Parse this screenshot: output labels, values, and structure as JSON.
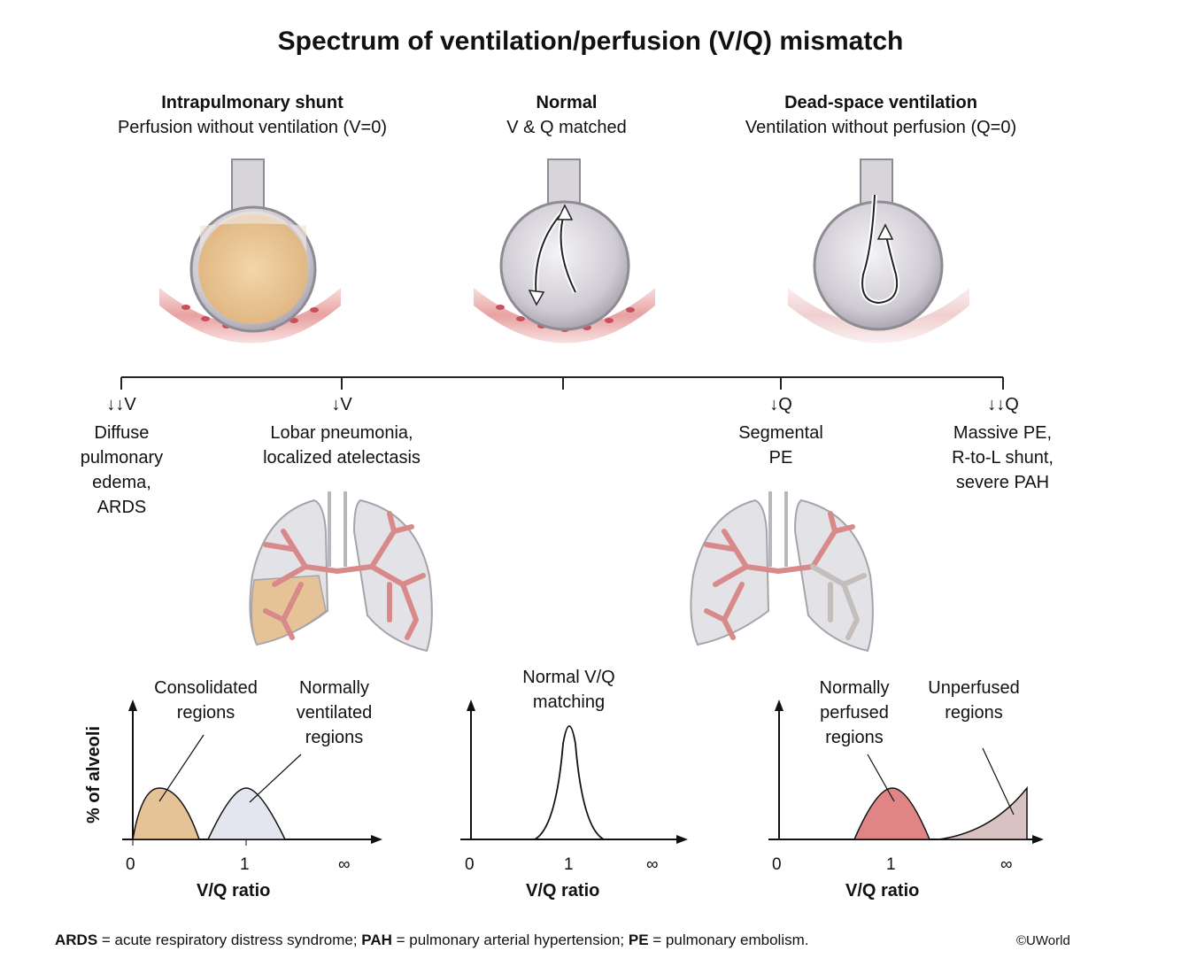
{
  "title": "Spectrum of ventilation/perfusion (V/Q) mismatch",
  "columns": [
    {
      "heading": "Intrapulmonary shunt",
      "sub": "Perfusion without ventilation (V=0)"
    },
    {
      "heading": "Normal",
      "sub": "V & Q matched"
    },
    {
      "heading": "Dead-space ventilation",
      "sub": "Ventilation without perfusion (Q=0)"
    }
  ],
  "spectrum": [
    {
      "arrow": "↓↓V",
      "text": "Diffuse\npulmonary\nedema,\nARDS"
    },
    {
      "arrow": "↓V",
      "text": "Lobar pneumonia,\nlocalized atelectasis"
    },
    {
      "arrow": "↓Q",
      "text": "Segmental\nPE"
    },
    {
      "arrow": "↓↓Q",
      "text": "Massive PE,\nR-to-L shunt,\nsevere PAH"
    }
  ],
  "graphs": {
    "ylabel": "% of alveoli",
    "xlabel": "V/Q ratio",
    "ticks": [
      "0",
      "1",
      "∞"
    ],
    "left_annotations": [
      "Consolidated\nregions",
      "Normally\nventilated\nregions"
    ],
    "center_annotation": "Normal V/Q\nmatching",
    "right_annotations": [
      "Normally\nperfused\nregions",
      "Unperfused\nregions"
    ]
  },
  "footer": {
    "abbr1": "ARDS",
    "def1": " = acute respiratory distress syndrome; ",
    "abbr2": "PAH",
    "def2": " = pulmonary arterial hypertension; ",
    "abbr3": "PE",
    "def3": " = pulmonary embolism.",
    "copyright": "©UWorld"
  },
  "colors": {
    "fluid": "#e9c48f",
    "vessel": "#e7a3a3",
    "airway": "#d88a8a",
    "lung_fill": "#e3e2e6",
    "consolidated": "#e6c396",
    "ventilated_peak": "#e3e6ee",
    "perfused_peak": "#df8585",
    "unperfused": "#d8c3c2"
  },
  "chart_data": [
    {
      "type": "area",
      "xlabel": "V/Q ratio",
      "ylabel": "% of alveoli",
      "x_ticks": [
        "0",
        "1",
        "∞"
      ],
      "series": [
        {
          "name": "Consolidated regions",
          "peak_x": 0.2
        },
        {
          "name": "Normally ventilated regions",
          "peak_x": 1
        }
      ]
    },
    {
      "type": "area",
      "xlabel": "V/Q ratio",
      "x_ticks": [
        "0",
        "1",
        "∞"
      ],
      "series": [
        {
          "name": "Normal V/Q matching",
          "peak_x": 1
        }
      ]
    },
    {
      "type": "area",
      "xlabel": "V/Q ratio",
      "x_ticks": [
        "0",
        "1",
        "∞"
      ],
      "series": [
        {
          "name": "Normally perfused regions",
          "peak_x": 1
        },
        {
          "name": "Unperfused regions",
          "peak_x": "∞"
        }
      ]
    }
  ]
}
